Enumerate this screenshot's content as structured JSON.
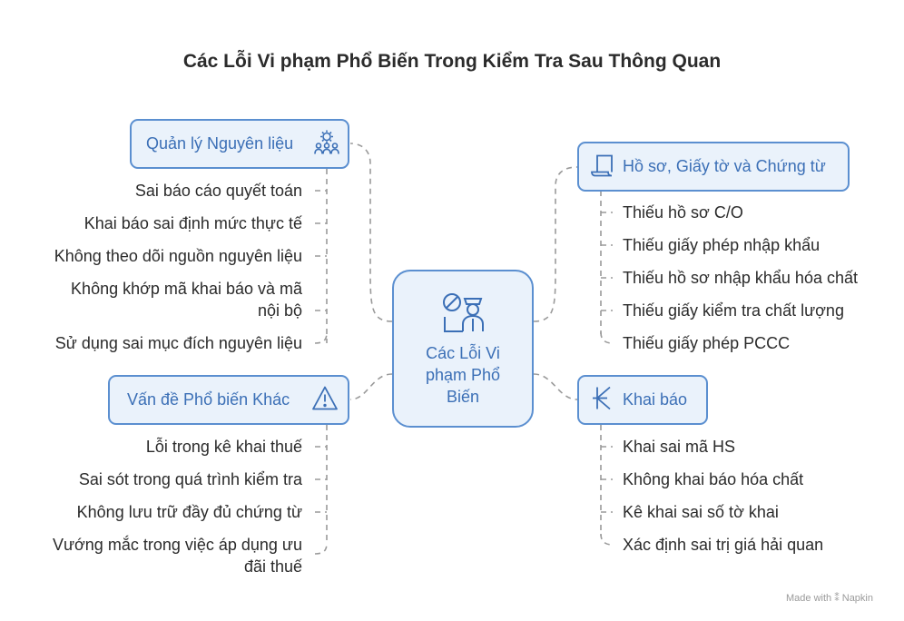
{
  "title": "Các Lỗi Vi phạm Phổ Biến Trong Kiểm Tra Sau Thông Quan",
  "center": {
    "label_lines": [
      "Các Lỗi Vi",
      "phạm Phổ",
      "Biến"
    ],
    "icon": "customs-officer-icon"
  },
  "branches": {
    "materials": {
      "label": "Quản lý Nguyên liệu",
      "icon": "gears-people-icon",
      "items": [
        "Sai báo cáo quyết toán",
        "Khai báo sai định mức thực tế",
        "Không theo dõi nguồn nguyên liệu",
        "Không khớp mã khai báo và mã",
        "nội bộ",
        "Sử dụng sai mục đích nguyên liệu"
      ]
    },
    "other": {
      "label": "Vấn đề Phổ biến Khác",
      "icon": "warning-icon",
      "items": [
        "Lỗi trong kê khai thuế",
        "Sai sót trong quá trình kiểm tra",
        "Không lưu trữ đầy đủ chứng từ",
        "Vướng mắc trong việc áp dụng ưu",
        "đãi thuế"
      ]
    },
    "documents": {
      "label": "Hồ sơ, Giấy tờ và Chứng từ",
      "icon": "document-icon",
      "items": [
        "Thiếu hồ sơ C/O",
        "Thiếu giấy phép nhập khẩu",
        "Thiếu hồ sơ nhập khẩu hóa chất",
        "Thiếu giấy kiểm tra chất lượng",
        "Thiếu giấy phép PCCC"
      ]
    },
    "declaration": {
      "label": "Khai báo",
      "icon": "kip-currency-icon",
      "items": [
        "Khai sai mã HS",
        "Không khai báo hóa chất",
        "Kê khai sai số tờ khai",
        "Xác định sai trị giá hải quan"
      ]
    }
  },
  "footer": "Made with ⁑ Napkin"
}
